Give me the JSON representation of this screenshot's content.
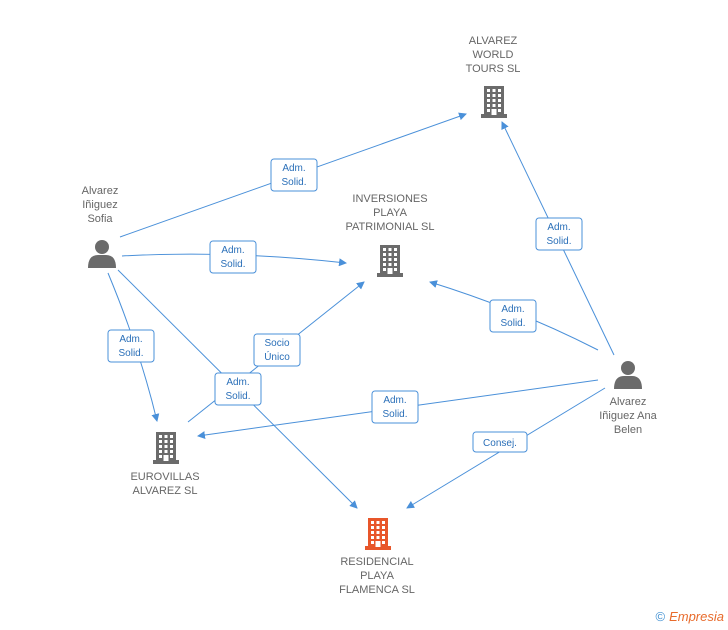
{
  "colors": {
    "edge": "#4a90d9",
    "company": "#6b6b6b",
    "highlight": "#e8562a",
    "person": "#6b6b6b"
  },
  "nodes": [
    {
      "id": "alvarez-world",
      "type": "company",
      "label": [
        "ALVAREZ",
        "WORLD",
        "TOURS SL"
      ]
    },
    {
      "id": "inversiones",
      "type": "company",
      "label": [
        "INVERSIONES",
        "PLAYA",
        "PATRIMONIAL SL"
      ]
    },
    {
      "id": "eurovillas",
      "type": "company",
      "label": [
        "EUROVILLAS",
        "ALVAREZ SL"
      ]
    },
    {
      "id": "residencial",
      "type": "company-highlight",
      "label": [
        "RESIDENCIAL",
        "PLAYA",
        "FLAMENCA SL"
      ]
    },
    {
      "id": "sofia",
      "type": "person",
      "label": [
        "Alvarez",
        "Iñiguez",
        "Sofia"
      ]
    },
    {
      "id": "ana",
      "type": "person",
      "label": [
        "Alvarez",
        "Iñiguez Ana",
        "Belen"
      ]
    }
  ],
  "edges": [
    {
      "id": "sofia-world",
      "from": "sofia",
      "to": "alvarez-world",
      "label": [
        "Adm.",
        "Solid."
      ]
    },
    {
      "id": "sofia-inv",
      "from": "sofia",
      "to": "inversiones",
      "label": [
        "Adm.",
        "Solid."
      ]
    },
    {
      "id": "sofia-euro",
      "from": "sofia",
      "to": "eurovillas",
      "label": [
        "Adm.",
        "Solid."
      ]
    },
    {
      "id": "sofia-res",
      "from": "sofia",
      "to": "residencial",
      "label": [
        "Adm.",
        "Solid."
      ]
    },
    {
      "id": "euro-inv",
      "from": "eurovillas",
      "to": "inversiones",
      "label": [
        "Socio",
        "Único"
      ]
    },
    {
      "id": "ana-world",
      "from": "ana",
      "to": "alvarez-world",
      "label": [
        "Adm.",
        "Solid."
      ]
    },
    {
      "id": "ana-inv",
      "from": "ana",
      "to": "inversiones",
      "label": [
        "Adm.",
        "Solid."
      ]
    },
    {
      "id": "ana-euro",
      "from": "ana",
      "to": "eurovillas",
      "label": [
        "Adm.",
        "Solid."
      ]
    },
    {
      "id": "ana-res",
      "from": "ana",
      "to": "residencial",
      "label": [
        "Consej."
      ]
    }
  ],
  "footer": {
    "copyright": "©",
    "brand": "Empresia"
  }
}
